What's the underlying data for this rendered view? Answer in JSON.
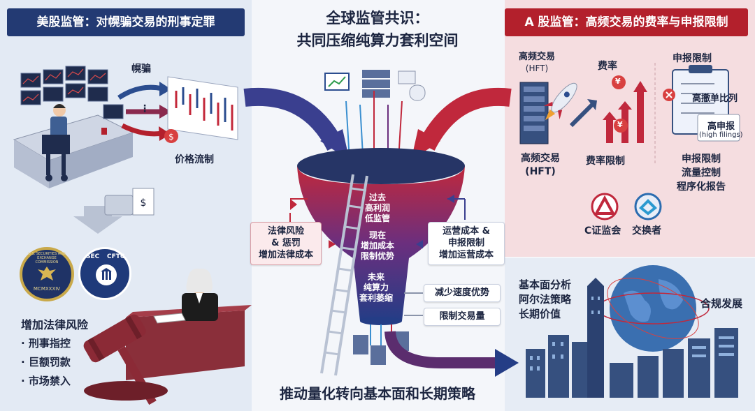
{
  "us_panel": {
    "title": "美股监管：对幌骗交易的刑事定罪",
    "spoofing_label": "幌骗",
    "ellipsis": "⋮",
    "price_label": "价格流制",
    "sec_seal_text": "U.S. SECURITIES AND EXCHANGE COMMISSION",
    "sec_seal_year": "MCMXXXIV",
    "sec_logo_text": "SEC",
    "cftc_logo_text": "CFTC",
    "risk_heading": "增加法律风险",
    "risk_items": [
      "· 刑事指控",
      "· 巨额罚款",
      "· 市场禁入"
    ]
  },
  "center": {
    "title_line1": "全球监管共识：",
    "title_line2": "共同压缩纯算力套利空间",
    "funnel_past": [
      "过去",
      "高利润",
      "低监管"
    ],
    "funnel_now": [
      "现在",
      "增加成本",
      "限制优势"
    ],
    "funnel_future": [
      "未来",
      "纯算力",
      "套利萎缩"
    ],
    "left_box": [
      "法律风险",
      "& 惩罚",
      "增加法律成本"
    ],
    "right_box": [
      "运营成本 &",
      "申报限制",
      "增加运营成本"
    ],
    "box_speed": "减少速度优势",
    "box_volume": "限制交易量",
    "bottom_title": "推动量化转向基本面和长期策略"
  },
  "a_panel": {
    "title": "A 股监管：高频交易的费率与申报限制",
    "hft_top": [
      "高频交易",
      "(HFT)"
    ],
    "fee_label": "费率",
    "report_limit": "申报限制",
    "cancel_ratio": "高撤单比列",
    "high_report": "高申报",
    "high_filings": "(high filings)",
    "hft_bottom": [
      "高频交易",
      "(HFT)"
    ],
    "fee_limit": "费率限制",
    "report_list": [
      "申报限制",
      "流量控制",
      "程序化报告"
    ],
    "csrc_label": "C证监会",
    "exchange_label": "交换者",
    "yen_symbol": "¥"
  },
  "outcome": {
    "strategies": [
      "基本面分析",
      "阿尔法策略",
      "长期价值"
    ],
    "compliance": "合规发展"
  },
  "colors": {
    "navy": "#233a73",
    "red": "#b3202c",
    "purple": "#6b2f7e",
    "pink_bg": "#f7dfe1",
    "blue_bg": "#dde6f2"
  }
}
